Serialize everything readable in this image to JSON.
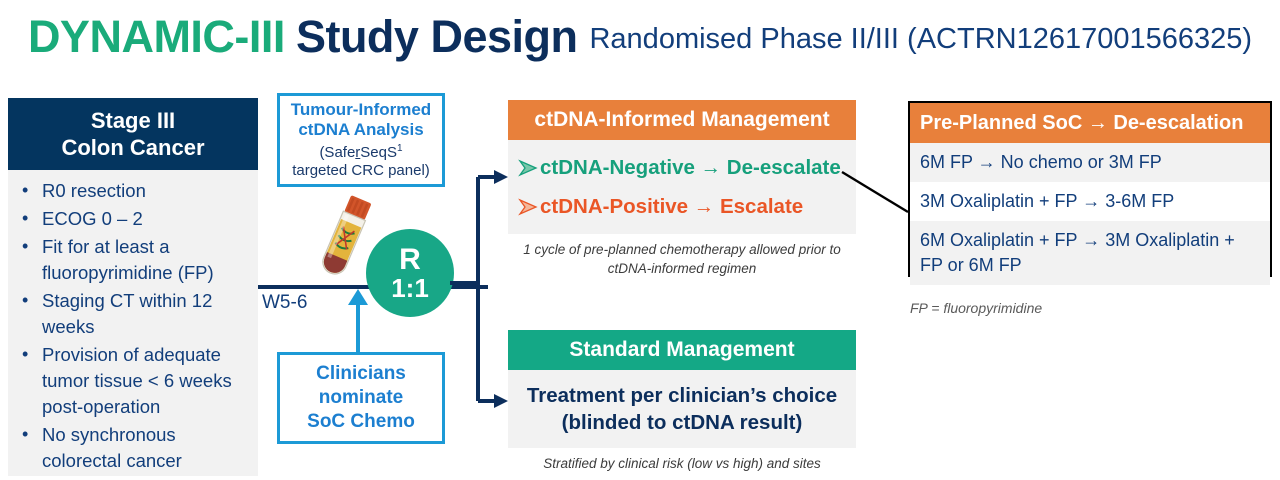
{
  "title": {
    "brand": "DYNAMIC-III",
    "main": "Study Design",
    "subtitle": "Randomised Phase II/III (ACTRN12617001566325)",
    "brand_color": "#1AAB7A",
    "main_color": "#0C2E5C",
    "subtitle_color": "#123E7B"
  },
  "eligibility": {
    "header_line1": "Stage III",
    "header_line2": "Colon Cancer",
    "header_bg": "#04355F",
    "body_bg": "#F2F2F2",
    "criteria": [
      "R0 resection",
      "ECOG 0 – 2",
      "Fit for at least a fluoropyrimidine (FP)",
      "Staging CT within 12 weeks",
      "Provision of adequate tumor tissue < 6 weeks post-operation",
      "No synchronous colorectal cancer"
    ]
  },
  "ctdna_analysis": {
    "line1": "Tumour-Informed",
    "line2": "ctDNA Analysis",
    "line3_pre": "(Safe",
    "line3_underlined": "r",
    "line3_post": "SeqS",
    "line3_sup": "1",
    "line4": "targeted CRC panel)",
    "border_color": "#1C9AD6",
    "text_color": "#1C7FD0"
  },
  "tube": {
    "icon": "blood-collection-tube-icon",
    "cap_color": "#D2552A",
    "serum_color": "#E3B43C",
    "clot_color": "#8E3A33",
    "dna_color": "#1E7A3C"
  },
  "timeline": {
    "label": "W5-6",
    "line_color": "#0C2E5C"
  },
  "randomisation": {
    "letter": "R",
    "ratio": "1:1",
    "circle_color": "#18A787"
  },
  "clinicians": {
    "line1": "Clinicians",
    "line2": "nominate",
    "line3": "SoC Chemo",
    "border_color": "#1C9AD6",
    "text_color": "#1C7FD0"
  },
  "ctdna_management": {
    "header": "ctDNA-Informed Management",
    "header_bg": "#E8803B",
    "rows": [
      {
        "text": "ctDNA-Negative → De-escalate",
        "color": "#16A07C",
        "marker": "arrowhead-green-icon"
      },
      {
        "text": "ctDNA-Positive → Escalate",
        "color": "#EA5626",
        "marker": "arrowhead-orange-icon"
      }
    ],
    "note_line1": "1 cycle of pre-planned chemotherapy allowed prior to",
    "note_line2": "ctDNA-informed regimen"
  },
  "standard_management": {
    "header": "Standard Management",
    "header_bg": "#14A886",
    "body_line1": "Treatment per clinician’s choice",
    "body_line2": "(blinded to ctDNA result)",
    "note": "Stratified by clinical risk (low vs high) and sites"
  },
  "soc_table": {
    "header": "Pre-Planned SoC → De-escalation",
    "header_bg": "#E8803B",
    "rows": [
      "6M FP → No chemo or 3M FP",
      "3M Oxaliplatin + FP → 3-6M FP",
      "6M Oxaliplatin + FP → 3M Oxaliplatin + FP or 6M FP"
    ],
    "footnote": "FP = fluoropyrimidine"
  }
}
